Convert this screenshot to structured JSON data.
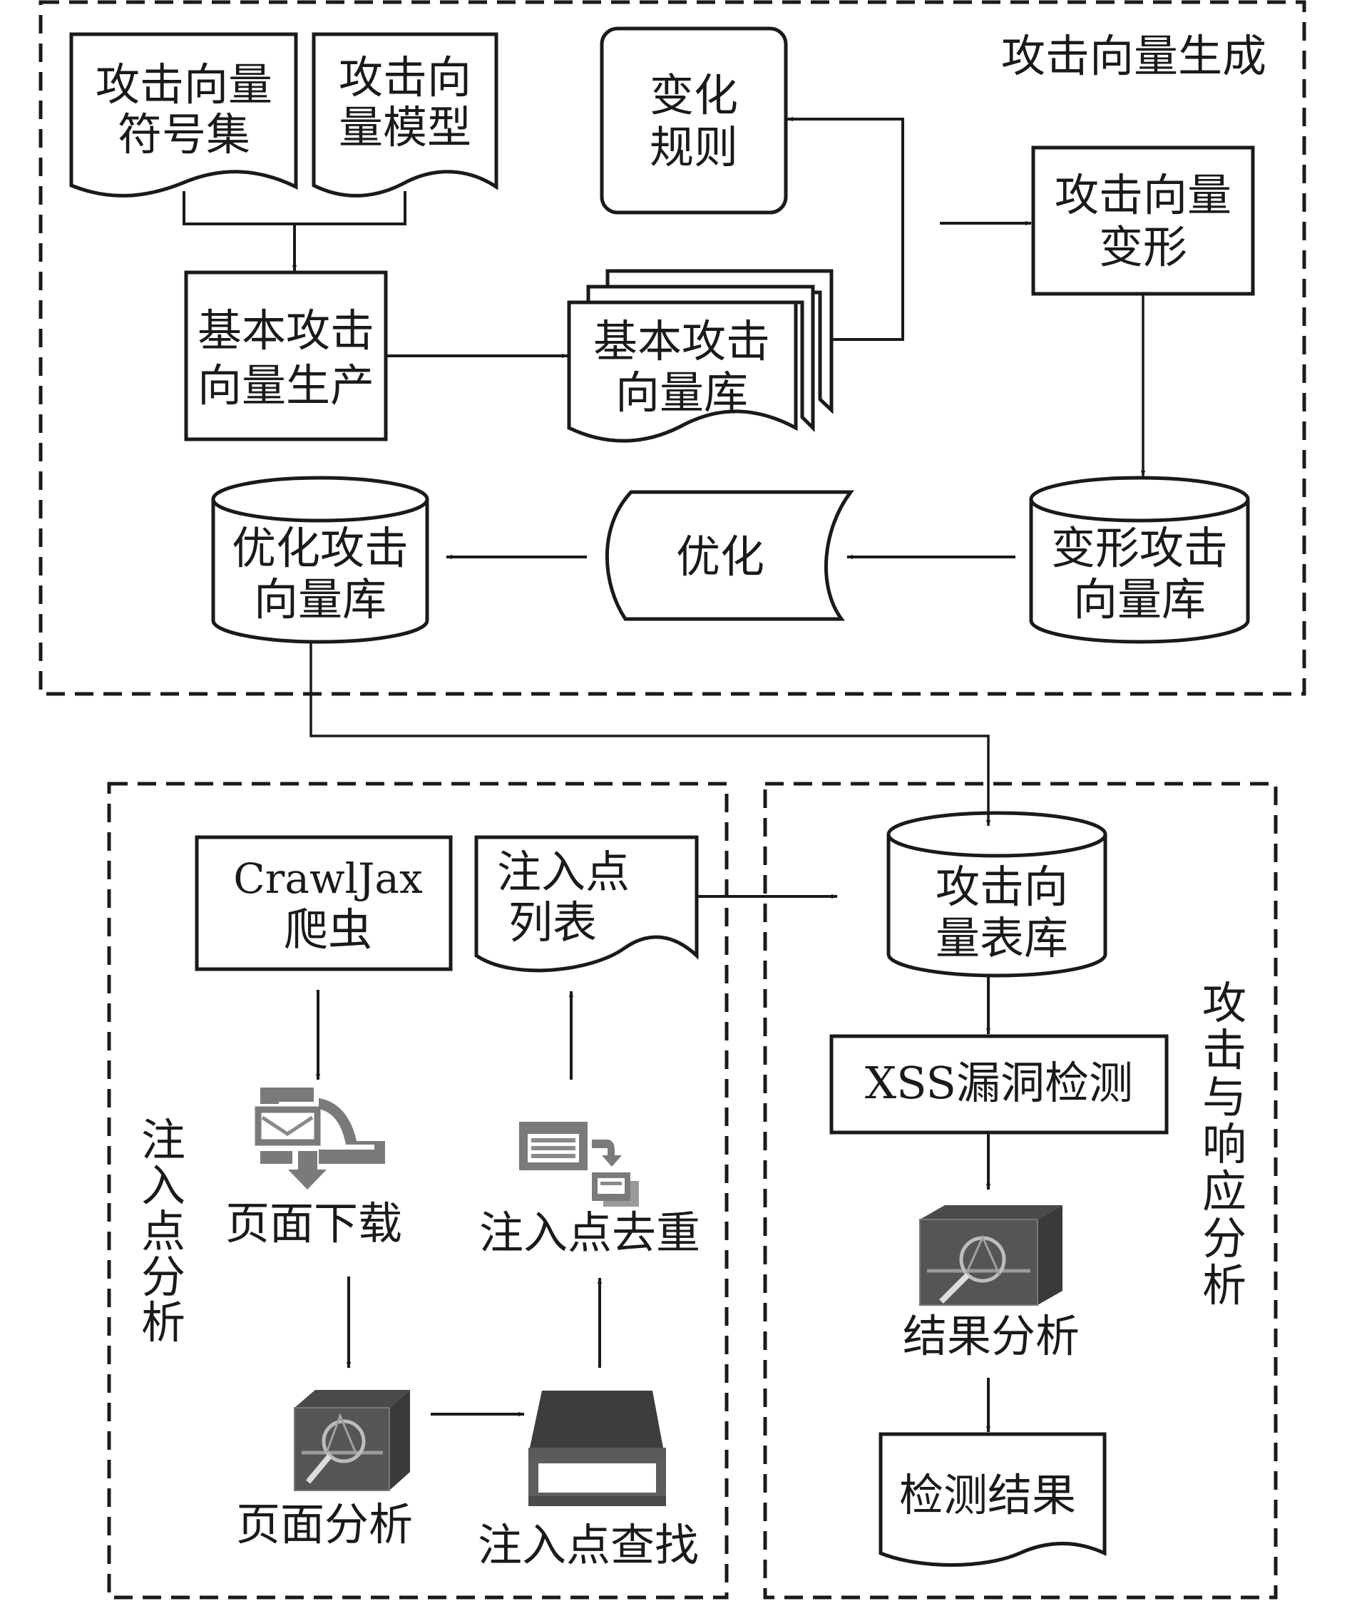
{
  "diagram": {
    "type": "flowchart",
    "groups": {
      "generation": {
        "title": "攻击向量生成"
      },
      "injection": {
        "title": "注入点分析"
      },
      "attack": {
        "title": "攻击与响应分析"
      }
    },
    "nodes": {
      "symbol_set": {
        "lines": [
          "攻击向量",
          "符号集"
        ],
        "shape": "document"
      },
      "vector_model": {
        "lines": [
          "攻击向",
          "量模型"
        ],
        "shape": "document"
      },
      "basic_production": {
        "lines": [
          "基本攻击",
          "向量生产"
        ],
        "shape": "process"
      },
      "basic_library": {
        "lines": [
          "基本攻击",
          "向量库"
        ],
        "shape": "multi-document"
      },
      "change_rules": {
        "lines": [
          "变化",
          "规则"
        ],
        "shape": "rounded-rect"
      },
      "vector_transform": {
        "lines": [
          "攻击向量",
          "变形"
        ],
        "shape": "process"
      },
      "transformed_library": {
        "lines": [
          "变形攻击",
          "向量库"
        ],
        "shape": "database"
      },
      "optimize": {
        "lines": [
          "优化"
        ],
        "shape": "stored-data"
      },
      "optimized_library": {
        "lines": [
          "优化攻击",
          "向量库"
        ],
        "shape": "database"
      },
      "crawljax": {
        "lines": [
          "CrawlJax",
          "爬虫"
        ],
        "shape": "process"
      },
      "injection_list": {
        "lines": [
          "注入点",
          "列表"
        ],
        "shape": "document"
      },
      "page_download": {
        "lines": [
          "页面下载"
        ],
        "shape": "icon",
        "icon": "cloud-download-icon"
      },
      "page_analysis": {
        "lines": [
          "页面分析"
        ],
        "shape": "icon",
        "icon": "analyzer-box-icon"
      },
      "injection_find": {
        "lines": [
          "注入点查找"
        ],
        "shape": "icon",
        "icon": "scanner-icon"
      },
      "injection_dedupe": {
        "lines": [
          "注入点去重"
        ],
        "shape": "icon",
        "icon": "copy-dedupe-icon"
      },
      "vector_table_library": {
        "lines": [
          "攻击向",
          "量表库"
        ],
        "shape": "database"
      },
      "xss_detection": {
        "lines": [
          "XSS漏洞检测"
        ],
        "shape": "process"
      },
      "result_analysis": {
        "lines": [
          "结果分析"
        ],
        "shape": "icon",
        "icon": "analyzer-box-icon"
      },
      "detection_result": {
        "lines": [
          "检测结果"
        ],
        "shape": "document"
      }
    },
    "edges": [
      {
        "from": "symbol_set+vector_model",
        "to": "basic_production"
      },
      {
        "from": "basic_production",
        "to": "basic_library"
      },
      {
        "from": "basic_library",
        "to": "change_rules"
      },
      {
        "from": "change_rules",
        "to": "vector_transform"
      },
      {
        "from": "vector_transform",
        "to": "transformed_library"
      },
      {
        "from": "transformed_library",
        "to": "optimize"
      },
      {
        "from": "optimize",
        "to": "optimized_library"
      },
      {
        "from": "optimized_library",
        "to": "vector_table_library"
      },
      {
        "from": "crawljax",
        "to": "page_download"
      },
      {
        "from": "page_download",
        "to": "page_analysis"
      },
      {
        "from": "page_analysis",
        "to": "injection_find"
      },
      {
        "from": "injection_find",
        "to": "injection_dedupe"
      },
      {
        "from": "injection_dedupe",
        "to": "injection_list"
      },
      {
        "from": "injection_list",
        "to": "vector_table_library"
      },
      {
        "from": "vector_table_library",
        "to": "xss_detection"
      },
      {
        "from": "xss_detection",
        "to": "result_analysis"
      },
      {
        "from": "result_analysis",
        "to": "detection_result"
      }
    ]
  }
}
